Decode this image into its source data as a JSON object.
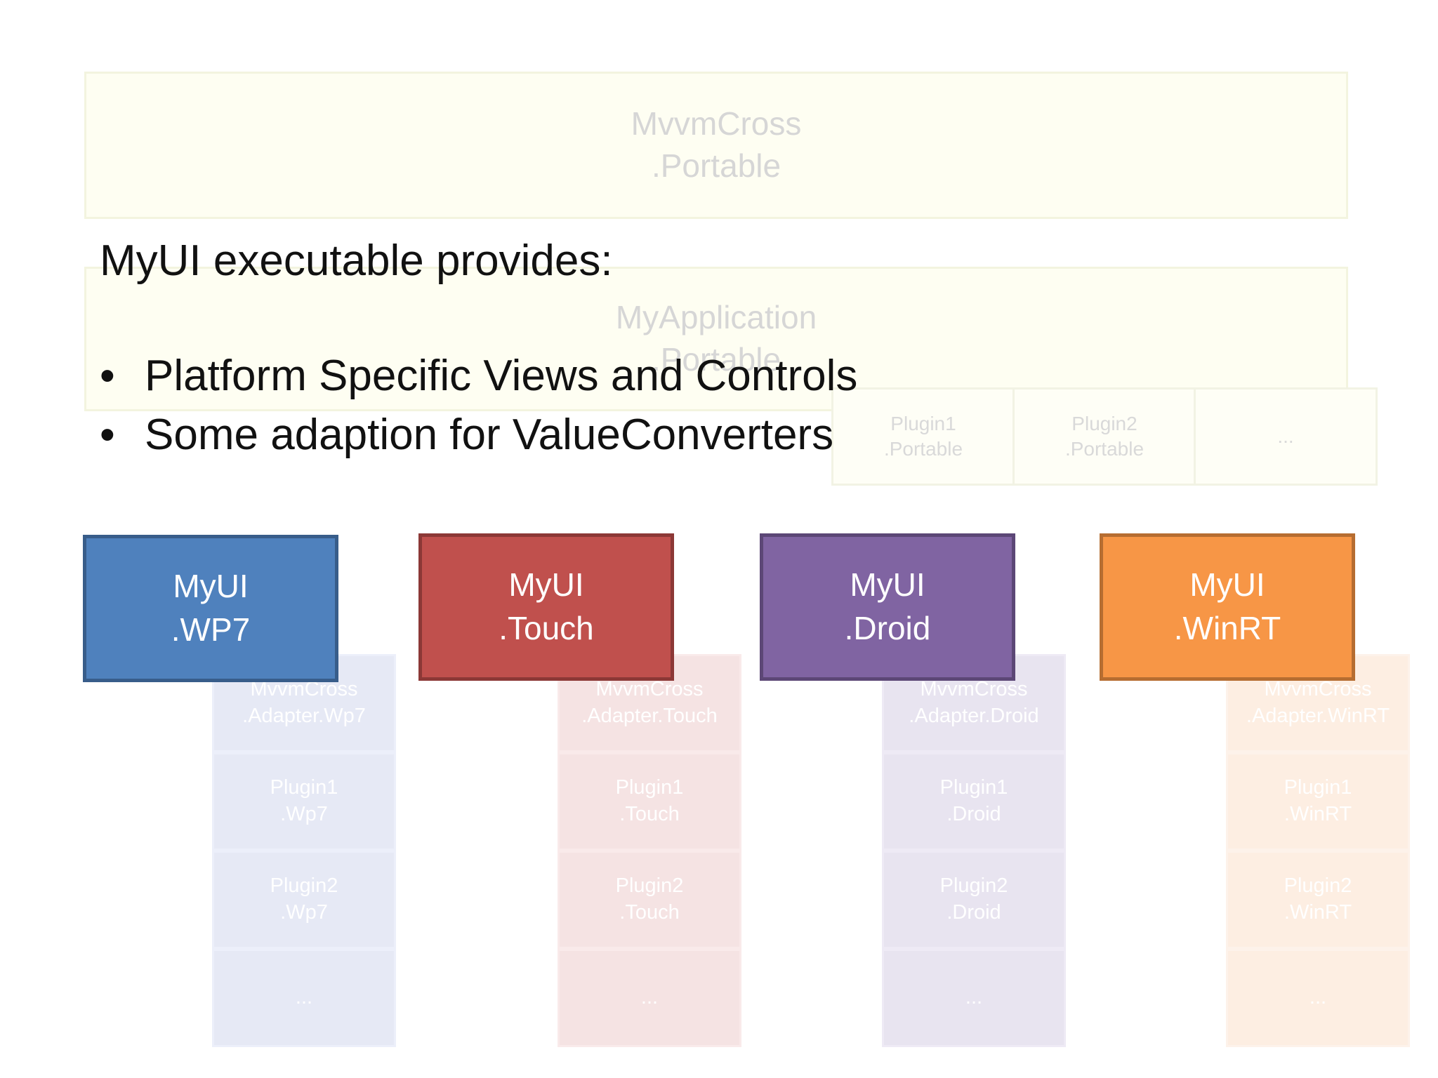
{
  "core": {
    "lines": [
      "MvvmCross",
      ".Portable"
    ]
  },
  "application": {
    "lines": [
      "MyApplication",
      ".Portable"
    ]
  },
  "portable_plugins": [
    {
      "lines": [
        "Plugin1",
        ".Portable"
      ]
    },
    {
      "lines": [
        "Plugin2",
        ".Portable"
      ]
    },
    {
      "lines": [
        "..."
      ]
    }
  ],
  "heading": "MyUI executable provides:",
  "bullets": [
    {
      "marker": "•",
      "text": "Platform Specific Views and Controls"
    },
    {
      "marker": "•",
      "text": "Some adaption for ValueConverters"
    }
  ],
  "platforms": [
    {
      "lines": [
        "MyUI",
        ".WP7"
      ],
      "color": "#4f81bd",
      "stack": [
        {
          "lines": [
            "MvvmCross",
            ".Adapter.Wp7"
          ]
        },
        {
          "lines": [
            "Plugin1",
            ".Wp7"
          ]
        },
        {
          "lines": [
            "Plugin2",
            ".Wp7"
          ]
        },
        {
          "lines": [
            "..."
          ]
        }
      ]
    },
    {
      "lines": [
        "MyUI",
        ".Touch"
      ],
      "color": "#c0504d",
      "stack": [
        {
          "lines": [
            "MvvmCross",
            ".Adapter.Touch"
          ]
        },
        {
          "lines": [
            "Plugin1",
            ".Touch"
          ]
        },
        {
          "lines": [
            "Plugin2",
            ".Touch"
          ]
        },
        {
          "lines": [
            "..."
          ]
        }
      ]
    },
    {
      "lines": [
        "MyUI",
        ".Droid"
      ],
      "color": "#8064a2",
      "stack": [
        {
          "lines": [
            "MvvmCross",
            ".Adapter.Droid"
          ]
        },
        {
          "lines": [
            "Plugin1",
            ".Droid"
          ]
        },
        {
          "lines": [
            "Plugin2",
            ".Droid"
          ]
        },
        {
          "lines": [
            "..."
          ]
        }
      ]
    },
    {
      "lines": [
        "MyUI",
        ".WinRT"
      ],
      "color": "#f79646",
      "stack": [
        {
          "lines": [
            "MvvmCross",
            ".Adapter.WinRT"
          ]
        },
        {
          "lines": [
            "Plugin1",
            ".WinRT"
          ]
        },
        {
          "lines": [
            "Plugin2",
            ".WinRT"
          ]
        },
        {
          "lines": [
            "..."
          ]
        }
      ]
    }
  ]
}
